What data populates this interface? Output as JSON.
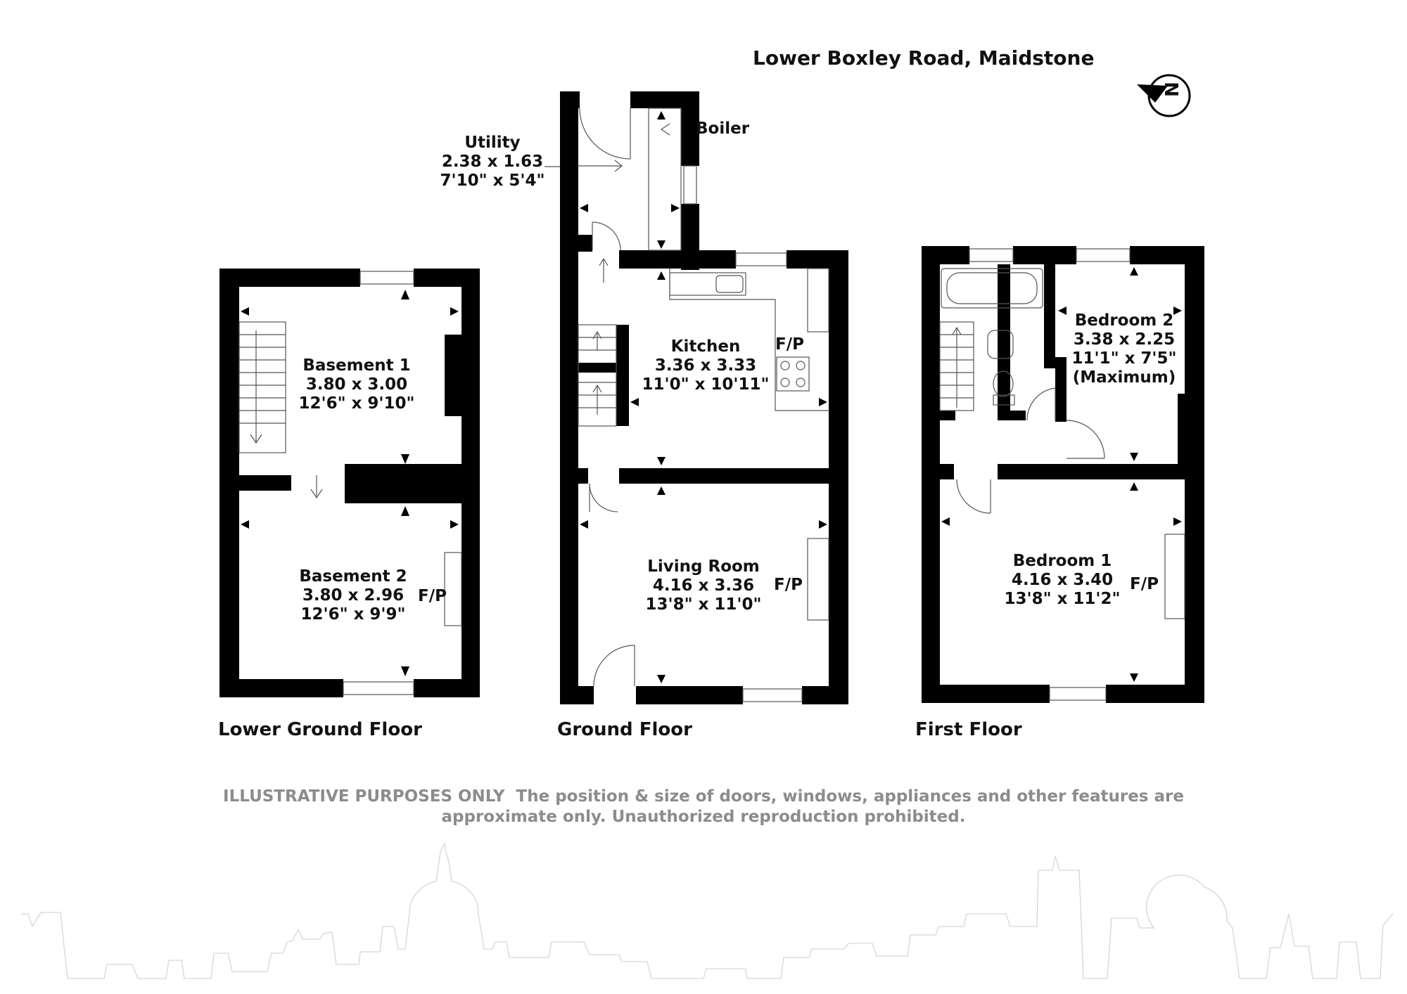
{
  "title": "Lower Boxley Road, Maidstone",
  "compass": {
    "icon": "north-arrow-icon",
    "letter": "N"
  },
  "floors": [
    {
      "name": "Lower Ground Floor"
    },
    {
      "name": "Ground Floor"
    },
    {
      "name": "First Floor"
    }
  ],
  "rooms": {
    "basement1": {
      "name": "Basement 1",
      "metric": "3.80 x 3.00",
      "imperial": "12'6\" x 9'10\""
    },
    "basement2": {
      "name": "Basement 2",
      "metric": "3.80 x 2.96",
      "imperial": "12'6\" x 9'9\""
    },
    "utility": {
      "name": "Utility",
      "metric": "2.38 x 1.63",
      "imperial": "7'10\" x 5'4\""
    },
    "kitchen": {
      "name": "Kitchen",
      "metric": "3.36 x 3.33",
      "imperial": "11'0\" x 10'11\""
    },
    "living": {
      "name": "Living Room",
      "metric": "4.16 x 3.36",
      "imperial": "13'8\" x 11'0\""
    },
    "bedroom1": {
      "name": "Bedroom 1",
      "metric": "4.16 x 3.40",
      "imperial": "13'8\" x 11'2\""
    },
    "bedroom2": {
      "name": "Bedroom 2",
      "metric": "3.38 x 2.25",
      "imperial": "11'1\" x 7'5\"",
      "note": "(Maximum)"
    }
  },
  "labels": {
    "boiler": "Boiler",
    "fireplace": "F/P"
  },
  "disclaimer": {
    "lead": "ILLUSTRATIVE PURPOSES ONLY",
    "line1": "The position & size of doors, windows, appliances and other features are",
    "line2": "approximate only. Unauthorized reproduction prohibited."
  },
  "colors": {
    "walls": "#000000",
    "disclaimer": "#8c8c8c",
    "skyline": "#d6d6d6"
  }
}
